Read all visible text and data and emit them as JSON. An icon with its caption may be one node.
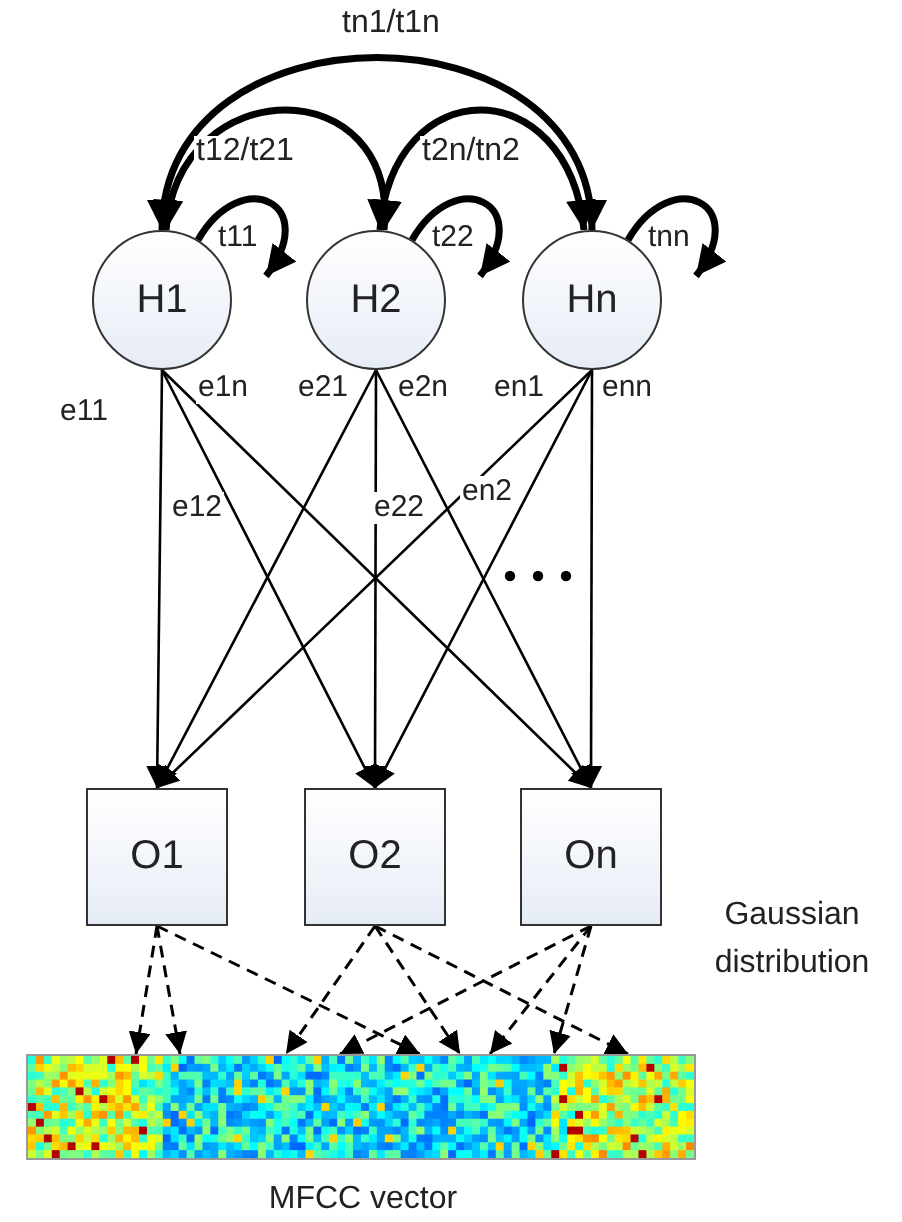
{
  "diagram": {
    "nodes": [
      {
        "text": [
          "H1"
        ]
      },
      {
        "text": [
          "H2"
        ]
      },
      {
        "text": [
          "Hn"
        ]
      },
      {
        "text": [
          "O1"
        ]
      },
      {
        "text": [
          "O2"
        ]
      },
      {
        "text": [
          "On"
        ]
      },
      {
        "text": [],
        "shape": "picture",
        "beside": [
          "MFCC vector"
        ]
      }
    ],
    "edges": [
      {
        "from": 0,
        "to": 2,
        "arrow": "both",
        "label": "tn1/t1n",
        "style": "thick"
      },
      {
        "from": 0,
        "to": 1,
        "arrow": "both",
        "label": "t12/t21",
        "style": "thick"
      },
      {
        "from": 1,
        "to": 2,
        "arrow": "both",
        "label": "t2n/tn2",
        "style": "thick"
      },
      {
        "from": 0,
        "to": 0,
        "arrow": "to",
        "label": "t11",
        "style": "thick"
      },
      {
        "from": 1,
        "to": 1,
        "arrow": "to",
        "label": "t22",
        "style": "thick"
      },
      {
        "from": 2,
        "to": 2,
        "arrow": "to",
        "label": "tnn",
        "style": "thick"
      },
      {
        "from": 0,
        "to": 3,
        "arrow": "to",
        "label": "e11"
      },
      {
        "from": 0,
        "to": 4,
        "arrow": "to",
        "label": "e12"
      },
      {
        "from": 0,
        "to": 5,
        "arrow": "to",
        "label": "e1n"
      },
      {
        "from": 1,
        "to": 3,
        "arrow": "to",
        "label": "e21"
      },
      {
        "from": 1,
        "to": 4,
        "arrow": "to",
        "label": "e22"
      },
      {
        "from": 1,
        "to": 5,
        "arrow": "to",
        "label": "e2n"
      },
      {
        "from": 2,
        "to": 3,
        "arrow": "to",
        "label": "en1"
      },
      {
        "from": 2,
        "to": 4,
        "arrow": "to",
        "label": "en2"
      },
      {
        "from": 2,
        "to": 5,
        "arrow": "to",
        "label": "enn"
      },
      {
        "from": 3,
        "to": 6,
        "arrow": "to",
        "style": "dashed"
      },
      {
        "from": 3,
        "to": 6,
        "arrow": "to",
        "style": "dashed"
      },
      {
        "from": 3,
        "to": 6,
        "arrow": "to",
        "style": "dashed"
      },
      {
        "from": 4,
        "to": 6,
        "arrow": "to",
        "style": "dashed"
      },
      {
        "from": 4,
        "to": 6,
        "arrow": "to",
        "style": "dashed"
      },
      {
        "from": 4,
        "to": 6,
        "arrow": "to",
        "style": "dashed"
      },
      {
        "from": 5,
        "to": 6,
        "arrow": "to",
        "style": "dashed"
      },
      {
        "from": 5,
        "to": 6,
        "arrow": "to",
        "style": "dashed"
      },
      {
        "from": 5,
        "to": 6,
        "arrow": "to",
        "style": "dashed"
      }
    ],
    "labels": [
      "Gaussian distribution"
    ]
  }
}
